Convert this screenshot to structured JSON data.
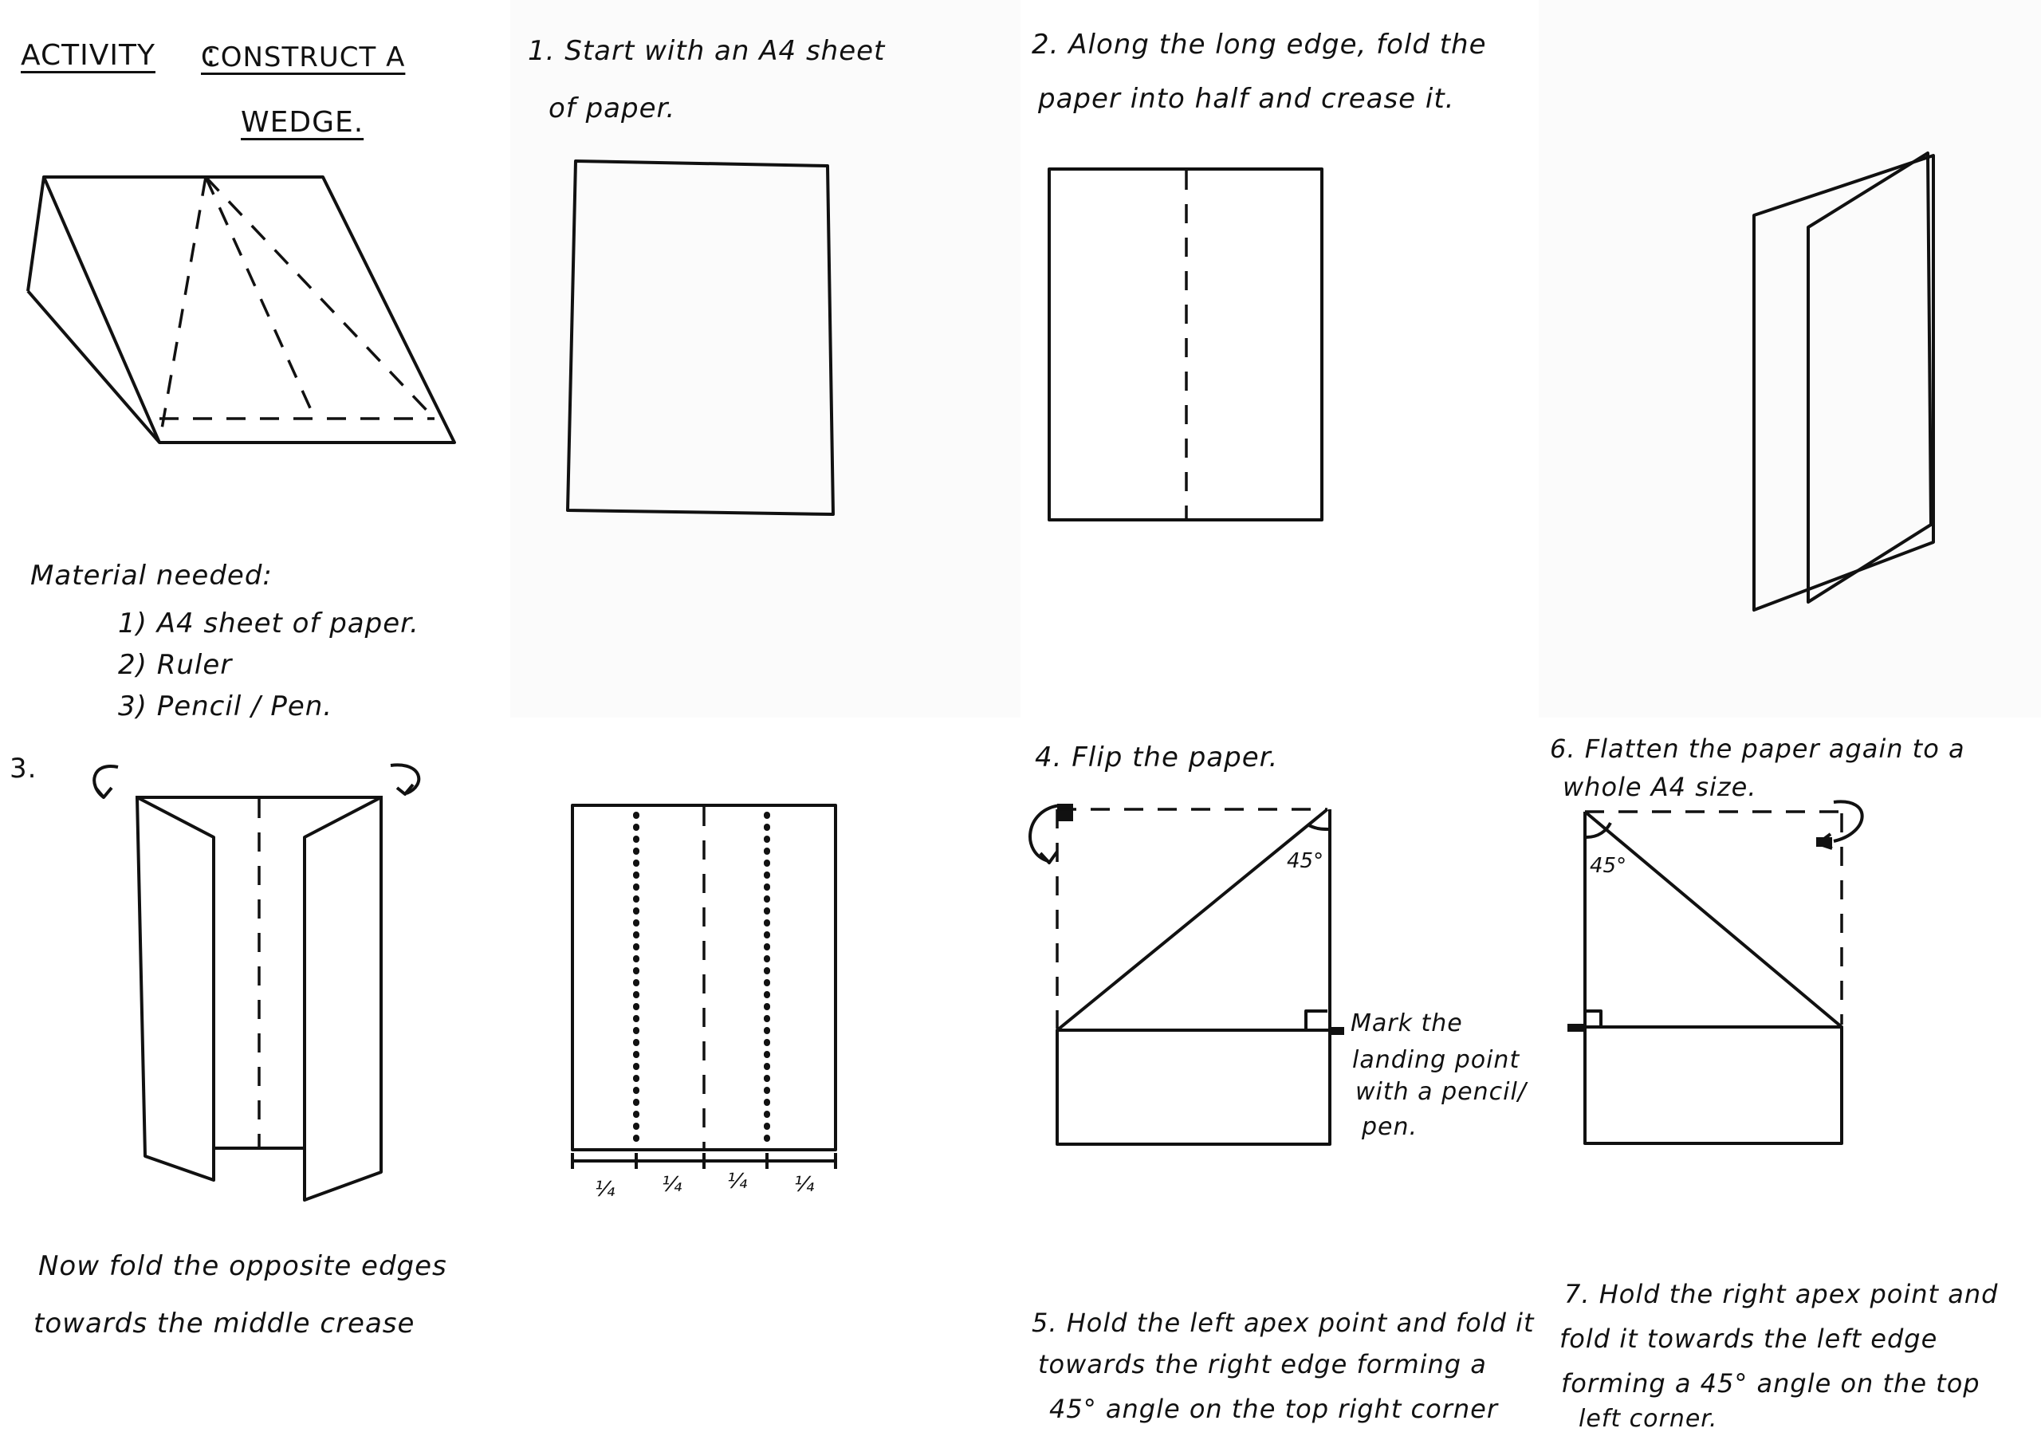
{
  "title": {
    "activity": "ACTIVITY",
    "colon": ":",
    "construct": "CONSTRUCT  A",
    "wedge": "WEDGE."
  },
  "materials": {
    "heading": "Material needed:",
    "items": [
      "1) A4 sheet of paper.",
      "2) Ruler",
      "3) Pencil / Pen."
    ]
  },
  "steps": {
    "s1_line1": "1. Start  with  an  A4  sheet",
    "s1_line2": "of  paper.",
    "s2_line1": "2. Along  the  long  edge, fold  the",
    "s2_line2": "paper  into  half and  crease  it.",
    "s3_num": "3.",
    "s3_line1": "Now  fold  the  opposite  edges",
    "s3_line2": "towards  the  middle  crease",
    "quarter_labels": [
      "¼",
      "¼",
      "¼",
      "¼"
    ],
    "s4": "4. Flip  the  paper.",
    "angle_left": "45°",
    "mark_note": [
      "Mark  the",
      "landing  point",
      "with  a  pencil/",
      "pen."
    ],
    "s5_line1": "5. Hold the  left  apex  point  and  fold  it",
    "s5_line2": "towards  the  right  edge  forming  a",
    "s5_line3": "45° angle  on  the  top  right  corner",
    "s6_line1": "6. Flatten  the  paper  again  to  a",
    "s6_line2": "whole  A4  size.",
    "angle_right": "45°",
    "s7_line1": "7. Hold  the  right  apex  point  and",
    "s7_line2": "fold  it  towards  the  left  edge",
    "s7_line3": "forming  a  45°  angle  on  the  top",
    "s7_line4": "left  corner."
  },
  "colors": {
    "ink": "#111111",
    "paper": "#ffffff",
    "panel_tint": "#fbfbfb"
  },
  "icons": [
    "fold-arrow-left-icon",
    "fold-arrow-right-icon",
    "right-angle-marker-icon"
  ]
}
